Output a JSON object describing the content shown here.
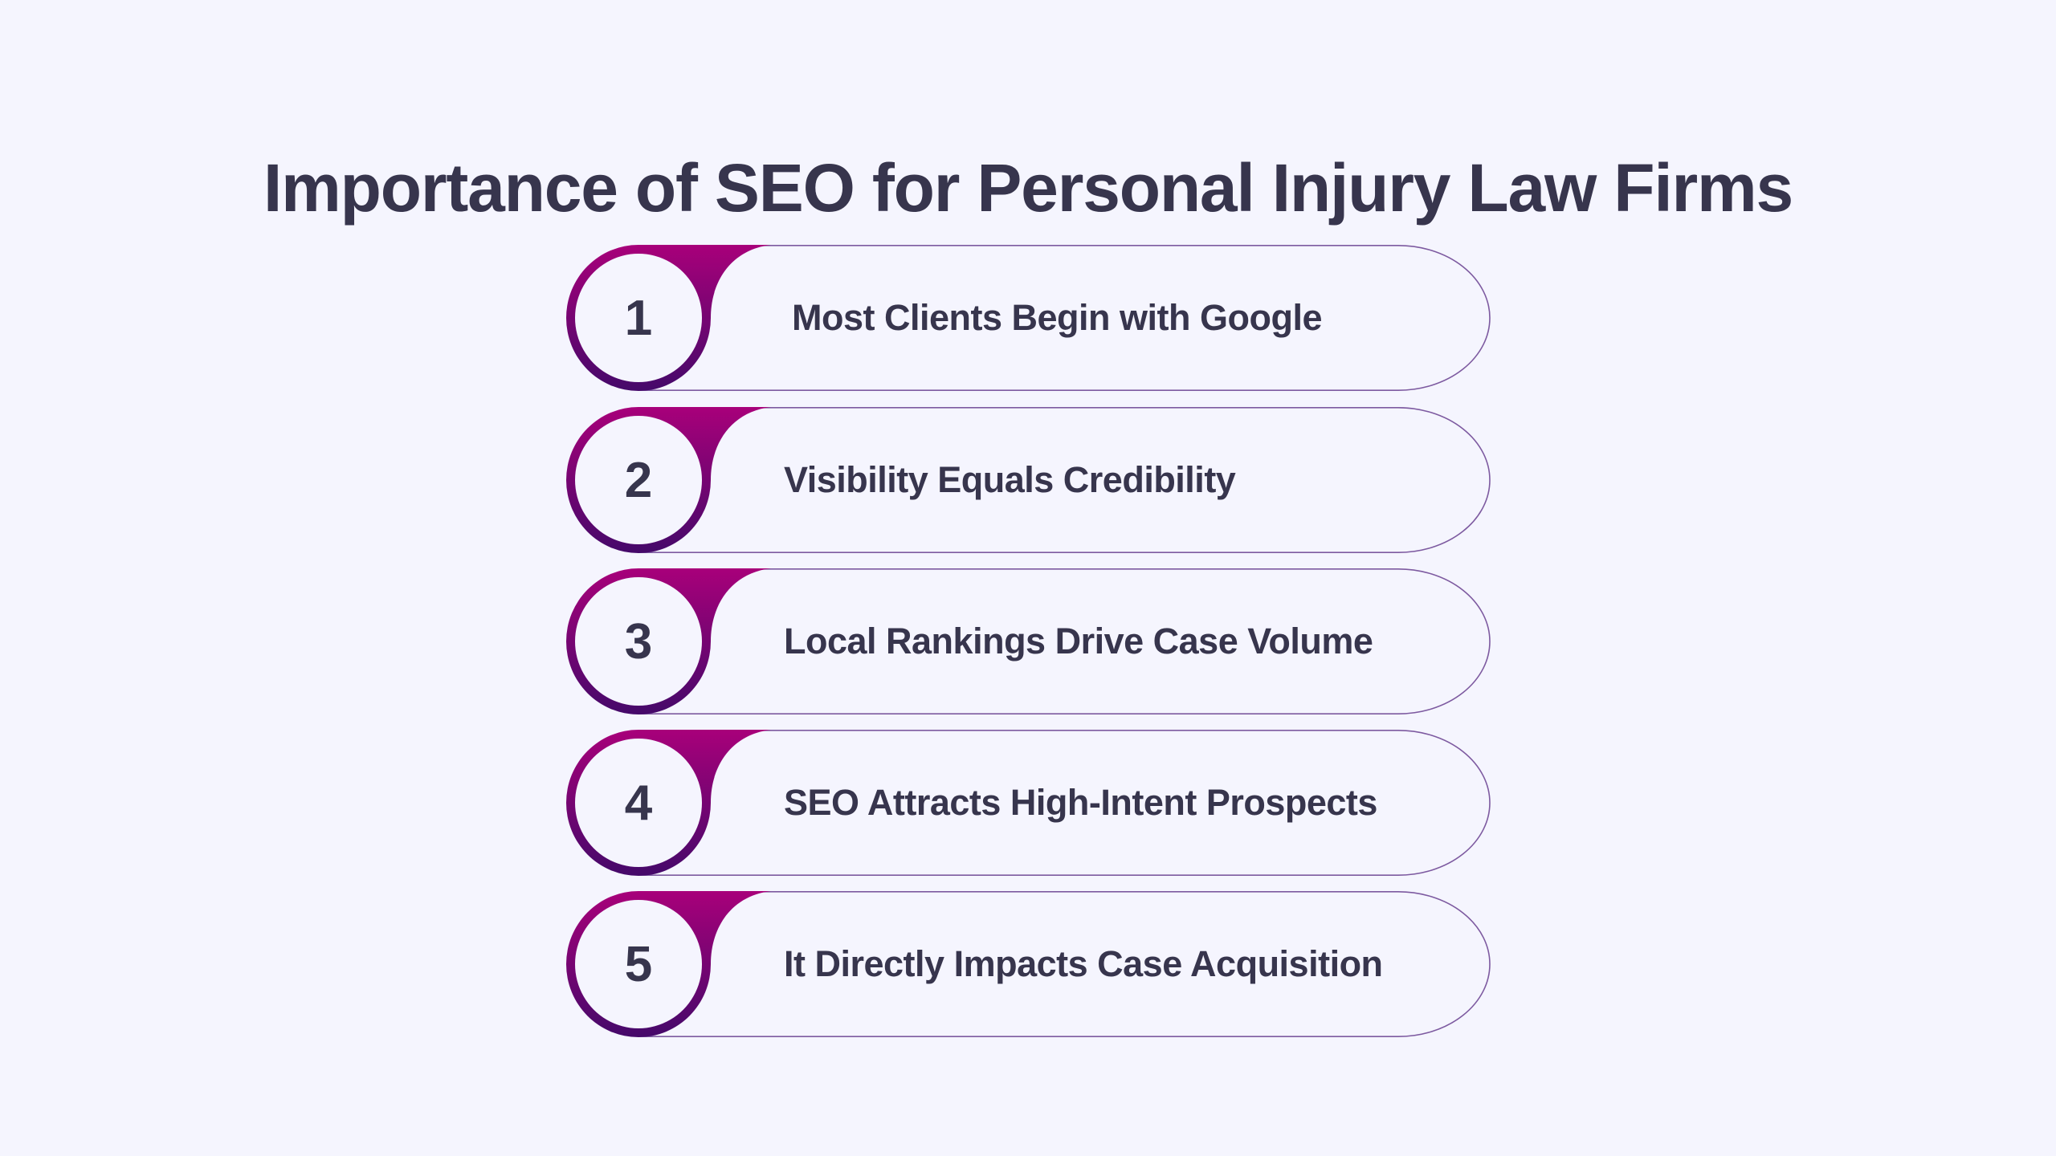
{
  "title": "Importance of SEO for Personal Injury Law Firms",
  "colors": {
    "background": "#f5f5fe",
    "text": "#37354d",
    "gradient_top": "#a8007a",
    "gradient_bottom": "#45096a",
    "outline": "#7d5aa0"
  },
  "items": [
    {
      "number": "1",
      "label": "Most Clients Begin with Google"
    },
    {
      "number": "2",
      "label": "Visibility Equals Credibility"
    },
    {
      "number": "3",
      "label": "Local Rankings Drive Case Volume"
    },
    {
      "number": "4",
      "label": "SEO Attracts High-Intent Prospects"
    },
    {
      "number": "5",
      "label": "It Directly Impacts Case Acquisition"
    }
  ]
}
